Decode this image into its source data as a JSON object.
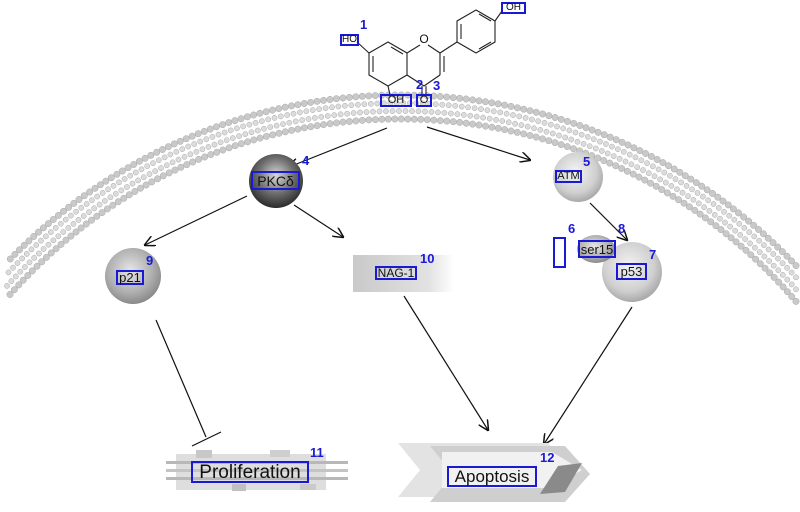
{
  "molecule": {
    "substituents": {
      "ho_left": "HO",
      "oh_right": "OH",
      "oh_bottom": "OH",
      "o_carbonyl": "O",
      "o_ring": "O"
    }
  },
  "nodes": {
    "pkc": "PKCδ",
    "atm": "ATM",
    "p21": "p21",
    "nag1": "NAG-1",
    "ser15": "ser15",
    "p53": "p53",
    "proliferation": "Proliferation",
    "apoptosis": "Apoptosis"
  },
  "markers": [
    "1",
    "2",
    "3",
    "4",
    "5",
    "6",
    "7",
    "8",
    "9",
    "10",
    "11",
    "12"
  ],
  "colors": {
    "annotation": "#1a1ad6",
    "membrane": "#bdbdbd",
    "arrow": "#111111"
  }
}
